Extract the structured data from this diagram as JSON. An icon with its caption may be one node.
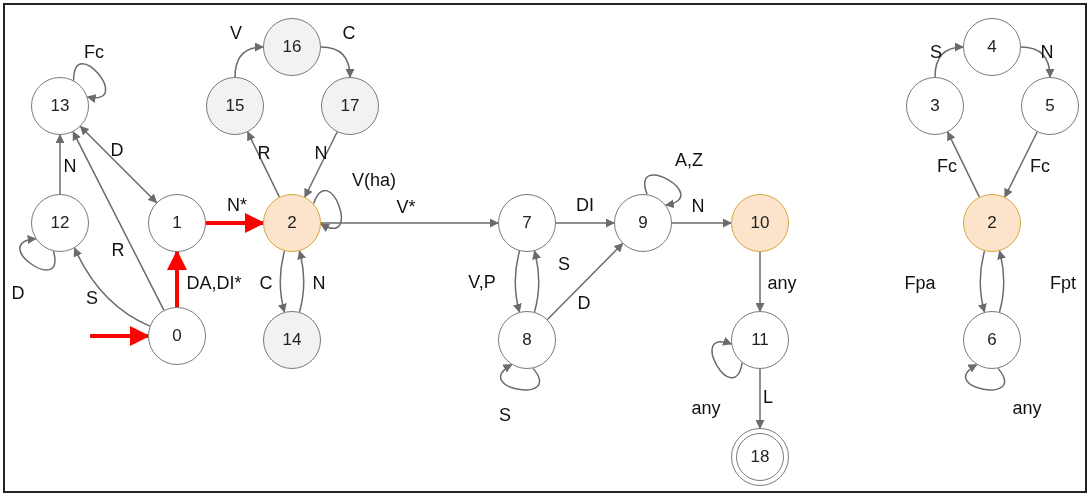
{
  "diagram": {
    "nodes": [
      {
        "text": [
          "0"
        ]
      },
      {
        "text": [
          "1"
        ]
      },
      {
        "text": [
          "2"
        ]
      },
      {
        "text": [
          "3"
        ]
      },
      {
        "text": [
          "4"
        ]
      },
      {
        "text": [
          "5"
        ]
      },
      {
        "text": [
          "6"
        ]
      },
      {
        "text": [
          "7"
        ]
      },
      {
        "text": [
          "8"
        ]
      },
      {
        "text": [
          "9"
        ]
      },
      {
        "text": [
          "10"
        ]
      },
      {
        "text": [
          "11"
        ]
      },
      {
        "text": [
          "12"
        ]
      },
      {
        "text": [
          "13"
        ]
      },
      {
        "text": [
          "14"
        ]
      },
      {
        "text": [
          "15"
        ]
      },
      {
        "text": [
          "16"
        ]
      },
      {
        "text": [
          "17"
        ]
      },
      {
        "text": [
          "18"
        ]
      },
      {
        "text": [
          "2"
        ]
      }
    ],
    "edges": [
      {
        "from": null,
        "to": 0,
        "arrow": "to",
        "style": "thick",
        "color": "#ff0000"
      },
      {
        "from": 0,
        "to": 1,
        "arrow": "to",
        "label": "DA,DI*",
        "style": "thick",
        "color": "#ff0000"
      },
      {
        "from": 1,
        "to": 2,
        "arrow": "to",
        "label": "N*",
        "style": "thick",
        "color": "#ff0000"
      },
      {
        "from": 0,
        "to": 12,
        "arrow": "to",
        "label": "S"
      },
      {
        "from": 0,
        "to": 13,
        "arrow": "to",
        "label": "R"
      },
      {
        "from": 13,
        "to": 1,
        "arrow": "both",
        "label": "D"
      },
      {
        "from": 12,
        "to": 13,
        "arrow": "to",
        "label": "N"
      },
      {
        "from": 12,
        "to": 12,
        "arrow": "to",
        "label": "D"
      },
      {
        "from": 13,
        "to": 13,
        "arrow": "to",
        "label": "Fc"
      },
      {
        "from": 2,
        "to": 15,
        "arrow": "to",
        "label": "R"
      },
      {
        "from": 15,
        "to": 16,
        "arrow": "to",
        "label": "V"
      },
      {
        "from": 16,
        "to": 17,
        "arrow": "to",
        "label": "C"
      },
      {
        "from": 17,
        "to": 2,
        "arrow": "to",
        "label": "N"
      },
      {
        "from": 2,
        "to": 2,
        "arrow": "to",
        "label": "V(ha)"
      },
      {
        "from": 2,
        "to": 7,
        "arrow": "to",
        "label": "V*"
      },
      {
        "from": 2,
        "to": 14,
        "arrow": "to",
        "label": "C"
      },
      {
        "from": 14,
        "to": 2,
        "arrow": "to",
        "label": "N"
      },
      {
        "from": 7,
        "to": 8,
        "arrow": "to",
        "label": "V,P"
      },
      {
        "from": 8,
        "to": 7,
        "arrow": "to",
        "label": "S"
      },
      {
        "from": 8,
        "to": 8,
        "arrow": "to",
        "label": "S"
      },
      {
        "from": 7,
        "to": 9,
        "arrow": "to",
        "label": "DI"
      },
      {
        "from": 8,
        "to": 9,
        "arrow": "to",
        "label": "D"
      },
      {
        "from": 9,
        "to": 9,
        "arrow": "to",
        "label": "A,Z"
      },
      {
        "from": 9,
        "to": 10,
        "arrow": "to",
        "label": "N"
      },
      {
        "from": 10,
        "to": 11,
        "arrow": "to",
        "label": "any"
      },
      {
        "from": 11,
        "to": 11,
        "arrow": "to",
        "label": "any"
      },
      {
        "from": 11,
        "to": 18,
        "arrow": "to",
        "label": "L"
      },
      {
        "from": 3,
        "to": 4,
        "arrow": "to",
        "label": "S"
      },
      {
        "from": 4,
        "to": 5,
        "arrow": "to",
        "label": "N"
      },
      {
        "from": 19,
        "to": 3,
        "arrow": "to",
        "label": "Fc"
      },
      {
        "from": 5,
        "to": 19,
        "arrow": "to",
        "label": "Fc"
      },
      {
        "from": 19,
        "to": 6,
        "arrow": "to",
        "label": "Fpa"
      },
      {
        "from": 6,
        "to": 19,
        "arrow": "to",
        "label": "Fpt"
      },
      {
        "from": 6,
        "to": 6,
        "arrow": "to",
        "label": "any"
      }
    ]
  }
}
